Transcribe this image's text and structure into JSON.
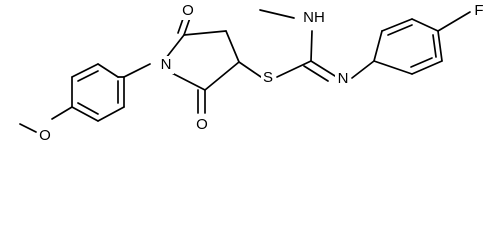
{
  "structure": {
    "atoms": {
      "f": "F",
      "n_ring": "N",
      "s": "S",
      "nh": "NH",
      "n_imine": "N",
      "o_top": "O",
      "o_bottom": "O",
      "o_methoxy": "O"
    }
  },
  "style": {
    "background": "#ffffff",
    "ink": "#000000"
  }
}
